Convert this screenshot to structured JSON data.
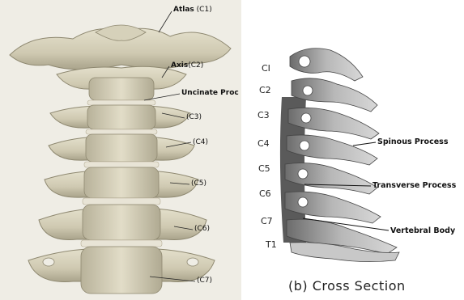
{
  "panel_a": {
    "labels": {
      "atlas_name": "Atlas",
      "atlas_code": "(C1)",
      "axis_name": "Axis",
      "axis_code": "(C2)",
      "uncinate": "Uncinate Proc",
      "c3": "(C3)",
      "c4": "(C4)",
      "c5": "(C5)",
      "c6": "(C6)",
      "c7": "(C7)"
    }
  },
  "panel_b": {
    "levels": [
      "CI",
      "C2",
      "C3",
      "C4",
      "C5",
      "C6",
      "C7",
      "T1"
    ],
    "parts": {
      "spinous": "Spinous Process",
      "transverse": "Transverse Process",
      "body": "Vertebral Body"
    },
    "caption": "(b)  Cross  Section"
  },
  "colors": {
    "bone": "#d8d3bd",
    "bone_shadow": "#a8a28a",
    "disc": "#e8e4d6",
    "panel_a_bg": "#efede5",
    "spine_gray": "#9a9a9a"
  }
}
